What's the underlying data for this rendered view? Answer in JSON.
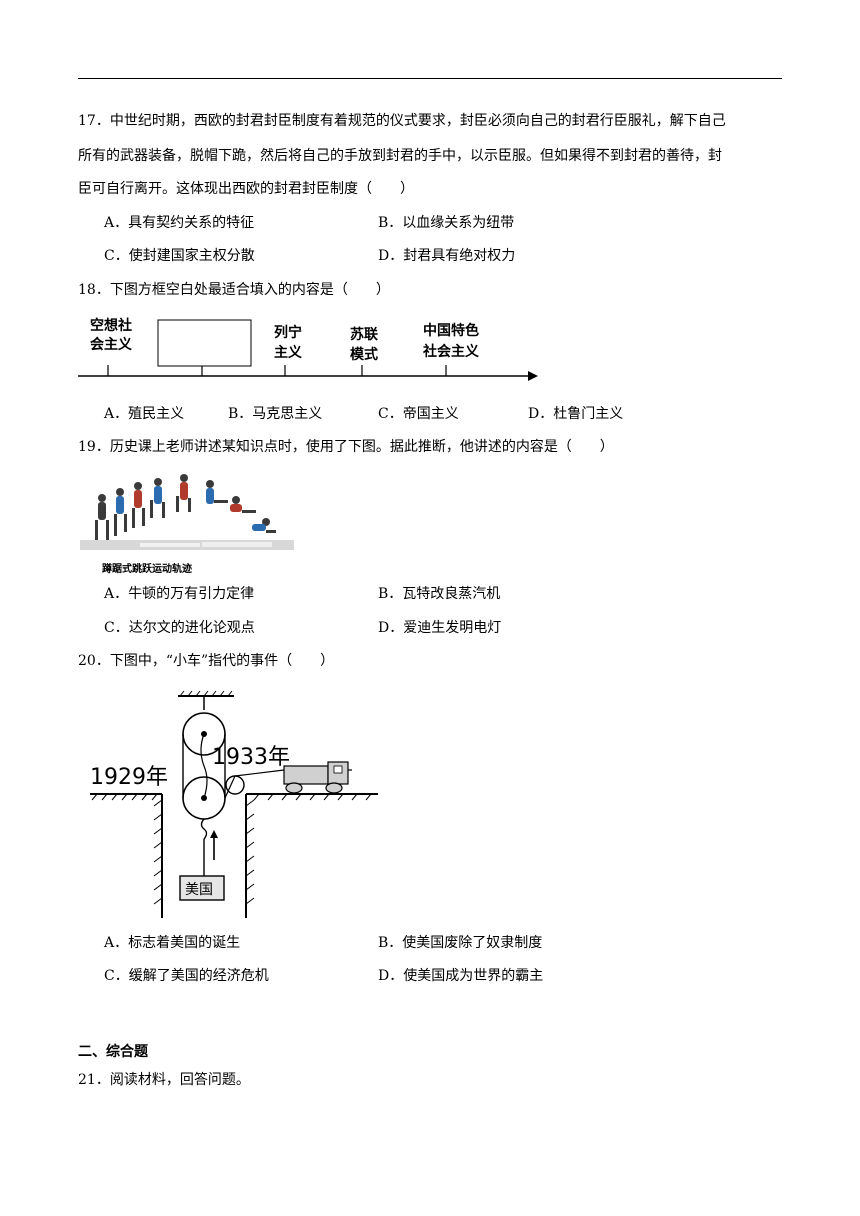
{
  "q17": {
    "line1": "17．中世纪时期，西欧的封君封臣制度有着规范的仪式要求，封臣必须向自己的封君行臣服礼，解下自己",
    "line2": "所有的武器装备，脱帽下跪，然后将自己的手放到封君的手中，以示臣服。但如果得不到封君的善待，封",
    "line3": "臣可自行离开。这体现出西欧的封君封臣制度（　　）",
    "a": "A．具有契约关系的特征",
    "b": "B．以血缘关系为纽带",
    "c": "C．使封建国家主权分散",
    "d": "D．封君具有绝对权力"
  },
  "q18": {
    "stem": "18．下图方框空白处最适合填入的内容是（　　）",
    "timeline": {
      "label1_l1": "空想社",
      "label1_l2": "会主义",
      "label2_l1": "列宁",
      "label2_l2": "主义",
      "label3_l1": "苏联",
      "label3_l2": "模式",
      "label4_l1": "中国特色",
      "label4_l2": "社会主义"
    },
    "a": "A．殖民主义",
    "b": "B．马克思主义",
    "c": "C．帝国主义",
    "d": "D．杜鲁门主义"
  },
  "q19": {
    "stem": "19．历史课上老师讲述某知识点时，使用了下图。据此推断，他讲述的内容是（　　）",
    "caption": "蹲踞式跳跃运动轨迹",
    "a": "A．牛顿的万有引力定律",
    "b": "B．瓦特改良蒸汽机",
    "c": "C．达尔文的进化论观点",
    "d": "D．爱迪生发明电灯"
  },
  "q20": {
    "stem": "20．下图中，“小车”指代的事件（　　）",
    "year_left": "1929年",
    "year_right": "1933年",
    "box": "美国",
    "a": "A．标志着美国的诞生",
    "b": "B．使美国废除了奴隶制度",
    "c": "C．缓解了美国的经济危机",
    "d": "D．使美国成为世界的霸主"
  },
  "section2": {
    "title": "二、综合题"
  },
  "q21": {
    "stem": "21．阅读材料，回答问题。"
  }
}
